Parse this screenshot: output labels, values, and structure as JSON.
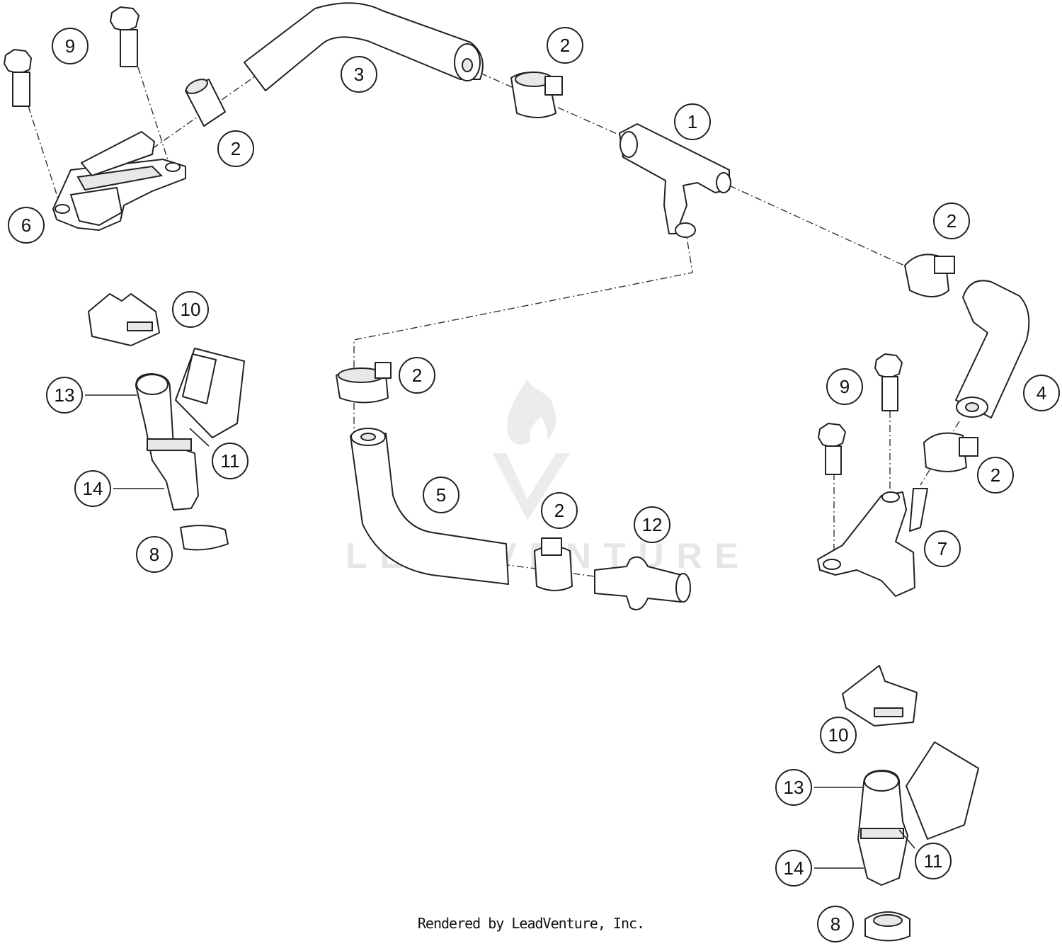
{
  "callouts": [
    {
      "label": "1"
    },
    {
      "label": "2"
    },
    {
      "label": "2"
    },
    {
      "label": "2"
    },
    {
      "label": "2"
    },
    {
      "label": "2"
    },
    {
      "label": "2"
    },
    {
      "label": "3"
    },
    {
      "label": "4"
    },
    {
      "label": "5"
    },
    {
      "label": "6"
    },
    {
      "label": "7"
    },
    {
      "label": "8"
    },
    {
      "label": "8"
    },
    {
      "label": "9"
    },
    {
      "label": "9"
    },
    {
      "label": "10"
    },
    {
      "label": "10"
    },
    {
      "label": "11"
    },
    {
      "label": "11"
    },
    {
      "label": "12"
    },
    {
      "label": "13"
    },
    {
      "label": "13"
    },
    {
      "label": "14"
    },
    {
      "label": "14"
    }
  ],
  "watermark": "LEADVENTURE",
  "footer": "Rendered by LeadVenture, Inc."
}
